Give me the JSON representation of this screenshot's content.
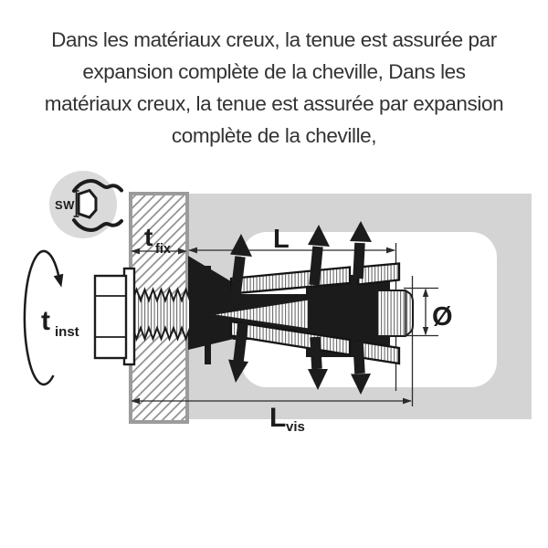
{
  "intro": {
    "lines": [
      "Dans les matériaux creux, la tenue est assurée par",
      "expansion complète de la cheville, Dans les",
      "matériaux creux, la tenue est assurée par expansion",
      "complète de la cheville,"
    ]
  },
  "diagram": {
    "wrench_badge": {
      "label": "SW"
    },
    "installation_torque": {
      "symbol": "t",
      "subscript": "inst"
    },
    "fixture_thickness": {
      "symbol": "t",
      "subscript": "fix"
    },
    "anchor_length": {
      "label": "L"
    },
    "diameter": {
      "label": "Ø"
    },
    "screw_length": {
      "symbol": "L",
      "subscript": "vis"
    },
    "colors": {
      "hollow_material": "#d4d4d4",
      "cavity": "#ffffff",
      "wall_border": "#9b9b9b",
      "ink": "#1c1c1c"
    }
  }
}
